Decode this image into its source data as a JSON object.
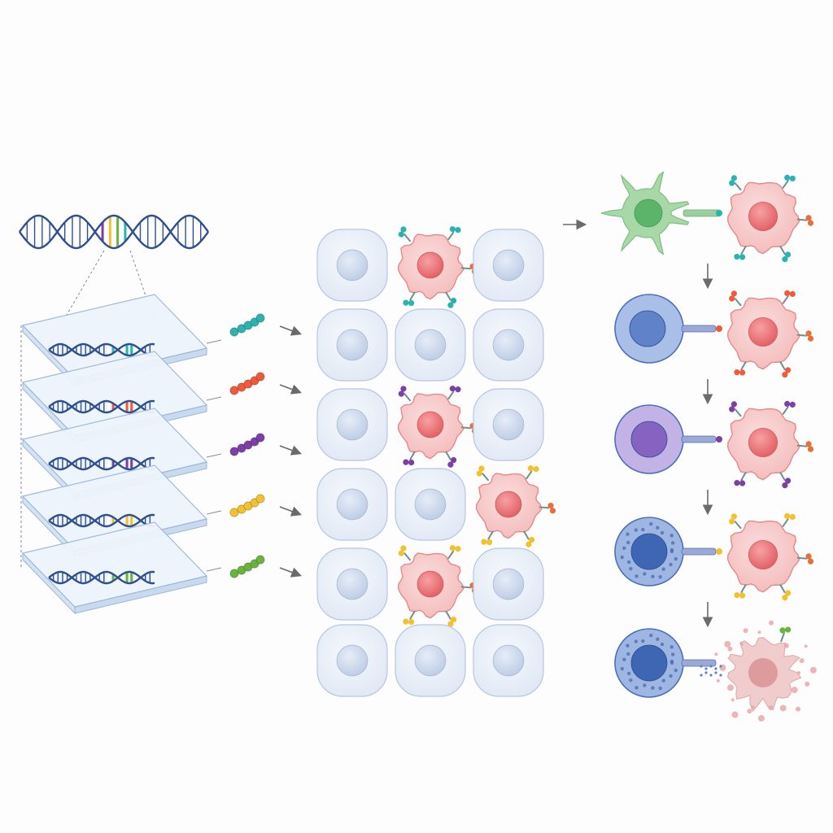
{
  "colors": {
    "dna_strand": "#2f4f8f",
    "slide_fill": "#eef4fb",
    "slide_edge": "#9cb8d9",
    "normal_cell_fill": "#e8eef8",
    "normal_cell_edge": "#b7c6e0",
    "normal_nucleus": "#c8d4ea",
    "tumor_cell_fill": "#f7c9c9",
    "tumor_cell_edge": "#e08c8c",
    "tumor_nucleus": "#e86f73",
    "arrow": "#6b6b6b"
  },
  "neoantigen_colors": [
    "#2bb3b0",
    "#f05a3c",
    "#7b3fa6",
    "#f2c12e",
    "#6bb33f"
  ],
  "immune_cells": [
    {
      "kind": "dendritic-cell",
      "body": "#a9d8a8",
      "nucleus": "#5cb46a"
    },
    {
      "kind": "b-cell",
      "body": "#a9bfe8",
      "nucleus": "#5f82c8"
    },
    {
      "kind": "helper-t-cell",
      "body": "#c2b2e6",
      "nucleus": "#8663c0"
    },
    {
      "kind": "cytotoxic-t-cell",
      "body": "#9fb6e2",
      "nucleus": "#3e66b3"
    },
    {
      "kind": "killer-t-cell",
      "body": "#9fb6e2",
      "nucleus": "#3e66b3"
    }
  ],
  "tissue_grid": {
    "rows": 6,
    "cols": 3,
    "tumor_cells": [
      {
        "row": 0,
        "col": 1,
        "antigen": 0
      },
      {
        "row": 2,
        "col": 1,
        "antigen": 2
      },
      {
        "row": 3,
        "col": 2,
        "antigen": 3
      },
      {
        "row": 4,
        "col": 1,
        "antigen": 3
      }
    ]
  }
}
